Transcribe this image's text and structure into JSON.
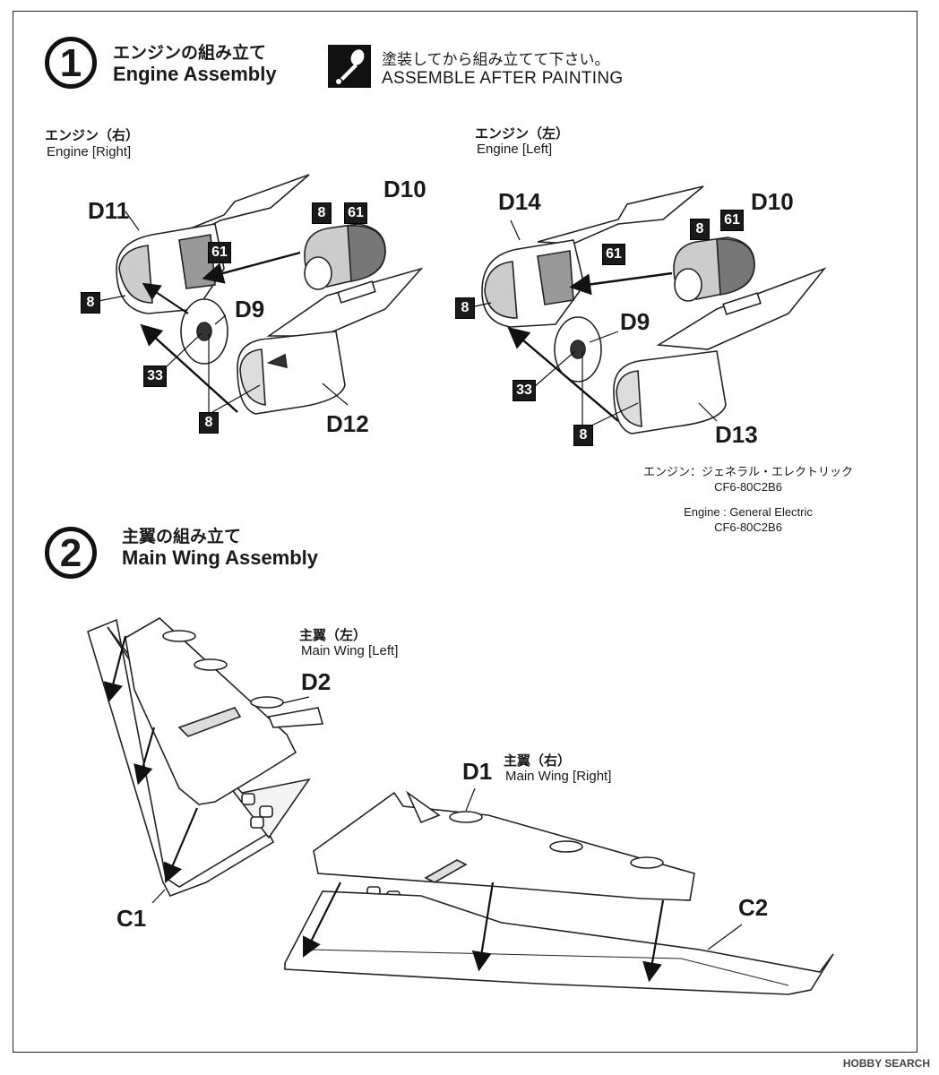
{
  "paint_icon": "paint-brush-warning-icon",
  "steps": [
    {
      "number": "1",
      "title_jp": "エンジンの組み立て",
      "title_en": "Engine Assembly"
    },
    {
      "number": "2",
      "title_jp": "主翼の組み立て",
      "title_en": "Main Wing Assembly"
    }
  ],
  "paint_note": {
    "jp": "塗装してから組み立てて下さい。",
    "en": "ASSEMBLE AFTER PAINTING"
  },
  "engine_right": {
    "label_jp": "エンジン（右）",
    "label_en": "Engine [Right]",
    "parts": {
      "nacelle": "D11",
      "spinner": "D10",
      "fan": "D9",
      "cowl": "D12"
    },
    "colors": {
      "c1": "8",
      "c2": "61",
      "c3": "8",
      "c4": "33",
      "c5": "8",
      "c6": "8",
      "c7": "61"
    }
  },
  "engine_left": {
    "label_jp": "エンジン（左）",
    "label_en": "Engine [Left]",
    "parts": {
      "nacelle": "D14",
      "spinner": "D10",
      "fan": "D9",
      "cowl": "D13"
    },
    "colors": {
      "c1": "8",
      "c2": "61",
      "c3": "8",
      "c4": "33",
      "c5": "8",
      "c6": "8",
      "c7": "61"
    }
  },
  "engine_spec": {
    "jp_line1": "エンジン：ジェネラル・エレクトリック",
    "jp_line2": "CF6-80C2B6",
    "en_line1": "Engine : General Electric",
    "en_line2": "CF6-80C2B6"
  },
  "wing_left": {
    "label_jp": "主翼（左）",
    "label_en": "Main Wing [Left]",
    "upper": "D2",
    "lower": "C1"
  },
  "wing_right": {
    "label_jp": "主翼（右）",
    "label_en": "Main Wing [Right]",
    "upper": "D1",
    "lower": "C2"
  },
  "watermark": "HOBBY SEARCH"
}
